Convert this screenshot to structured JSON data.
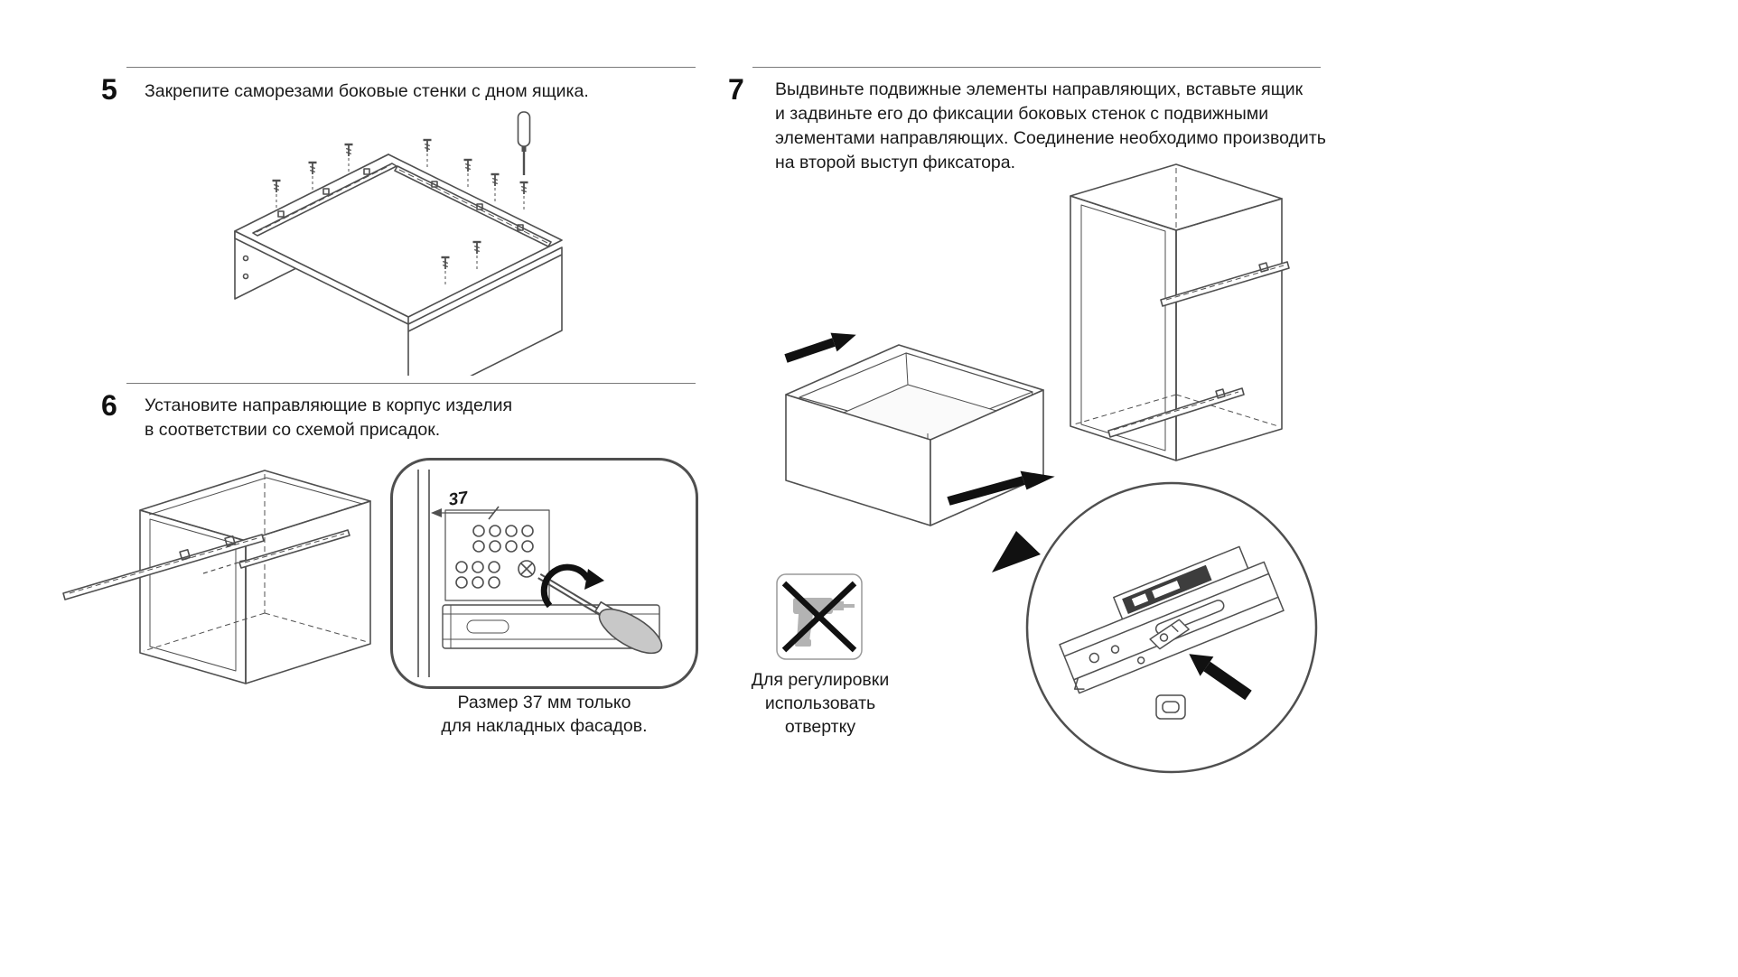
{
  "page": {
    "background": "#ffffff"
  },
  "colors": {
    "line_gray": "#4f4f4f",
    "text": "#1a1a1a",
    "arrow_black": "#111111",
    "handle_gray": "#c8c8c8",
    "rule_gray": "#7a7a7a"
  },
  "icons": {
    "screwdriver": "screwdriver-icon",
    "drill_crossed_out": "no-drill-icon",
    "direction_arrow": "arrow-icon"
  },
  "step5": {
    "number": "5",
    "text": "Закрепите саморезами боковые стенки с дном ящика."
  },
  "step6": {
    "number": "6",
    "lines": [
      "Установите направляющие в корпус изделия",
      "в соответствии со схемой присадок."
    ],
    "inset": {
      "dimension_label": "37"
    },
    "caption_lines": [
      "Размер 37 мм только",
      "для накладных фасадов."
    ]
  },
  "step7": {
    "number": "7",
    "lines": [
      "Выдвиньте подвижные элементы направляющих, вставьте ящик",
      "и задвиньте его до фиксации боковых стенок с подвижными",
      "элементами направляющих. Соединение необходимо производить",
      "на второй выступ фиксатора."
    ],
    "note_lines": [
      "Для регулировки",
      "использовать",
      "отвертку"
    ]
  }
}
